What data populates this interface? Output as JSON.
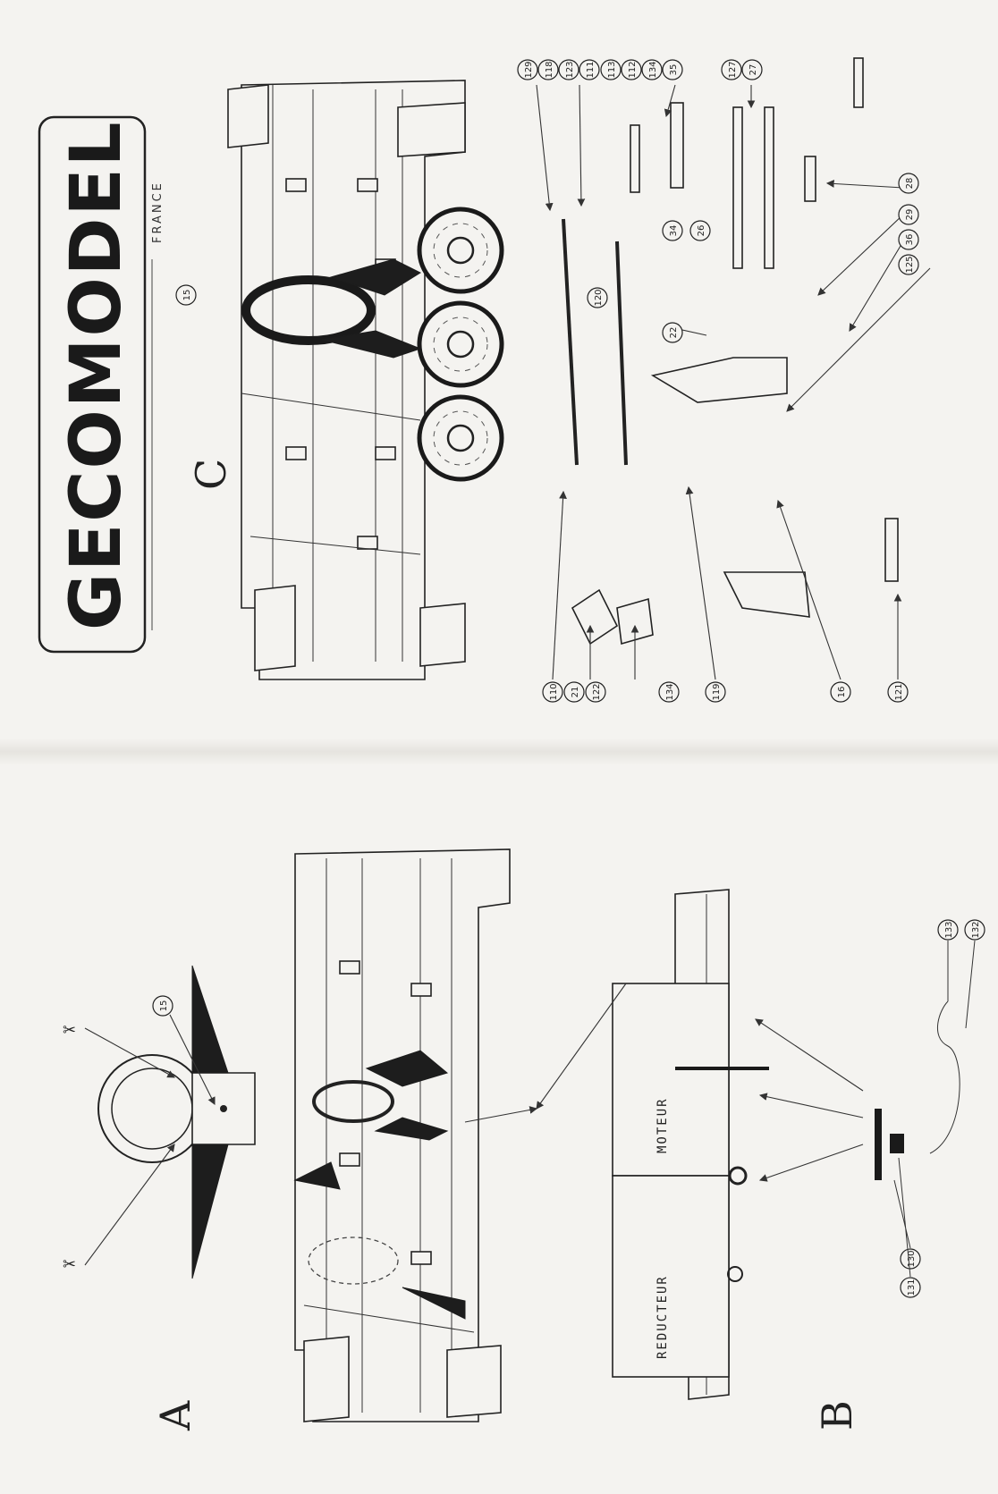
{
  "brand": {
    "name": "GECOMODEL",
    "country": "FRANCE"
  },
  "sections": {
    "a": "A",
    "b": "B",
    "c": "C"
  },
  "motor_labels": {
    "reducer": "REDUCTEUR",
    "motor": "MOTEUR"
  },
  "callouts_a": [
    "15"
  ],
  "callouts_b": [
    "130",
    "131",
    "133",
    "132"
  ],
  "callouts_c_top": [
    "129",
    "118",
    "123",
    "111",
    "113",
    "112",
    "134",
    "35",
    "127",
    "27"
  ],
  "callouts_c_mid": [
    "15",
    "120",
    "34",
    "26",
    "22",
    "28",
    "29",
    "36",
    "125"
  ],
  "callouts_c_bottom": [
    "110",
    "21",
    "122",
    "134",
    "119",
    "16",
    "121"
  ]
}
